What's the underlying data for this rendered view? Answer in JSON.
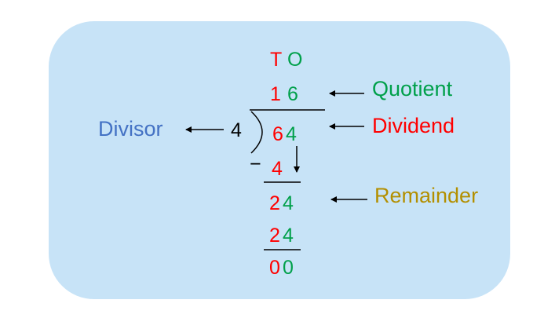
{
  "colors": {
    "tens": "#ff0000",
    "ones": "#00a04a",
    "divisor_label": "#4472c4",
    "quotient_label": "#00a04a",
    "dividend_label": "#ff0000",
    "remainder_label": "#b38f00",
    "panel": "#c7e3f7",
    "ink": "#000000"
  },
  "place_values": {
    "tens": "T",
    "ones": "O"
  },
  "quotient": {
    "tens": "1",
    "ones": "6"
  },
  "divisor": "4",
  "dividend": {
    "tens": "6",
    "ones": "4"
  },
  "steps": {
    "minus_sign": "−",
    "subtract_1": {
      "tens": "4"
    },
    "bring_down": {
      "tens": "2",
      "ones": "4"
    },
    "subtract_2": {
      "tens": "2",
      "ones": "4"
    },
    "final": {
      "tens": "0",
      "ones": "0"
    }
  },
  "labels": {
    "quotient": "Quotient",
    "dividend": "Dividend",
    "divisor": "Divisor",
    "remainder": "Remainder"
  },
  "arrow_icons": [
    "arrow-left-icon",
    "arrow-down-icon"
  ]
}
